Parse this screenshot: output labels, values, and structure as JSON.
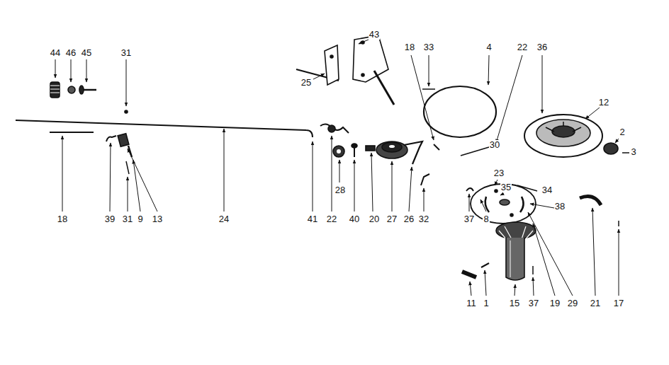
{
  "diagram": {
    "labels": [
      "44",
      "46",
      "45",
      "31",
      "43",
      "25",
      "18",
      "33",
      "4",
      "22",
      "36",
      "12",
      "30",
      "2",
      "3",
      "23",
      "35",
      "34",
      "38",
      "18",
      "39",
      "31",
      "9",
      "13",
      "24",
      "41",
      "22",
      "28",
      "40",
      "20",
      "27",
      "26",
      "32",
      "37",
      "8",
      "11",
      "1",
      "15",
      "37",
      "19",
      "29",
      "21",
      "17"
    ]
  }
}
